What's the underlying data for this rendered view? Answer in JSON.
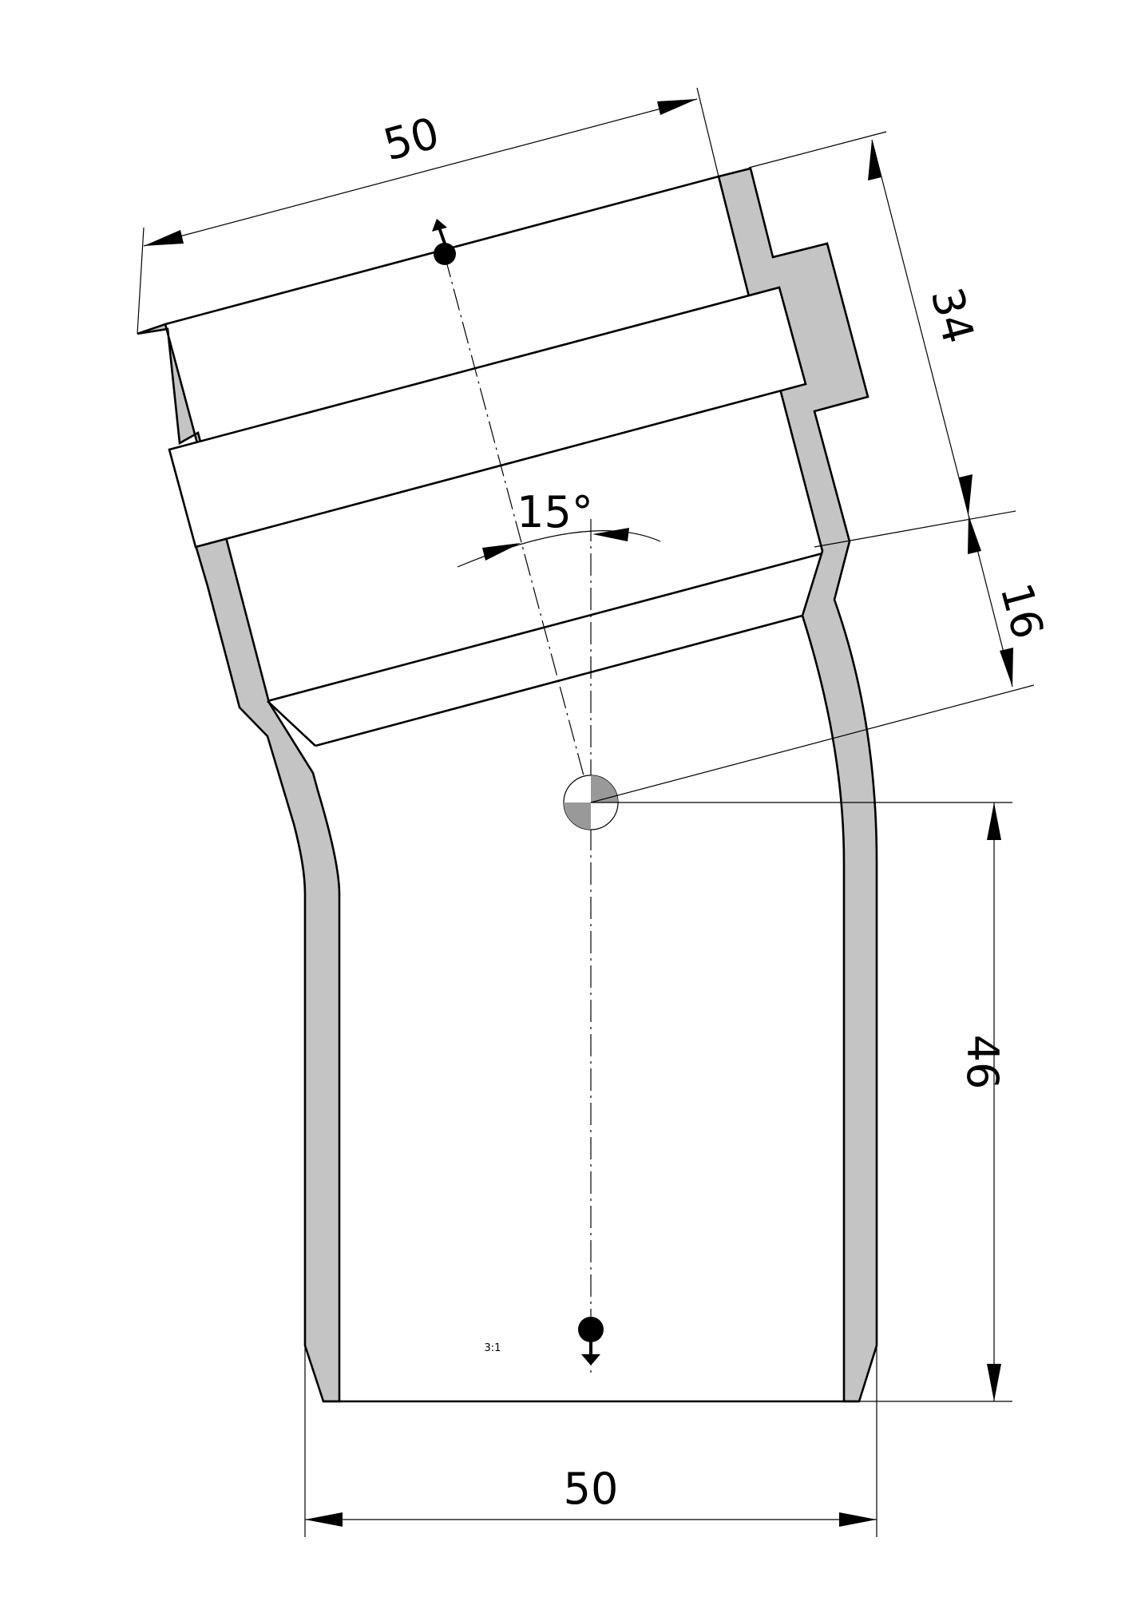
{
  "dimensions": {
    "top_width": "50",
    "bottom_width": "50",
    "socket_depth": "34",
    "transition_length": "16",
    "straight_length": "46",
    "angle": "15°"
  },
  "scale": "3:1",
  "colors": {
    "wall_fill": "#c4c4c4",
    "line": "#000000",
    "background": "#ffffff"
  }
}
